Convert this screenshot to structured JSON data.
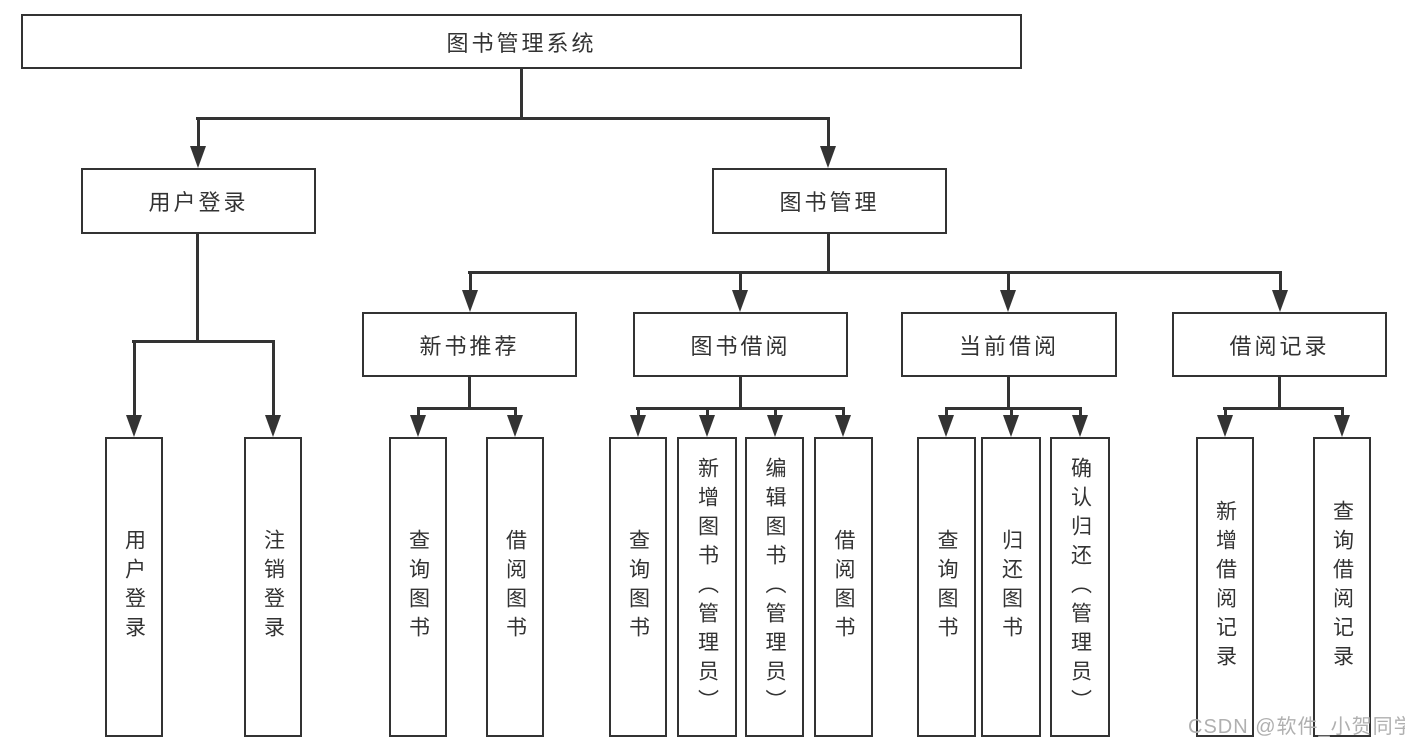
{
  "diagram": {
    "type": "tree-flowchart",
    "title": "图书管理系统",
    "nodes": {
      "root": "图书管理系统",
      "userLogin": "用户登录",
      "bookMgmt": "图书管理",
      "newBookRec": "新书推荐",
      "bookBorrow": "图书借阅",
      "currentBorrow": "当前借阅",
      "borrowRecords": "借阅记录",
      "leafUserLogin": "用户登录",
      "leafLogout": "注销登录",
      "leafQueryBook1": "查询图书",
      "leafBorrowBook1": "借阅图书",
      "leafQueryBook2": "查询图书",
      "leafAddBook": "新增图书（管理员）",
      "leafEditBook": "编辑图书（管理员）",
      "leafBorrowBook2": "借阅图书",
      "leafQueryBook3": "查询图书",
      "leafReturnBook": "归还图书",
      "leafConfirmReturn": "确认归还（管理员）",
      "leafAddBorrowRecord": "新增借阅记录",
      "leafQueryBorrowRecord": "查询借阅记录"
    },
    "hierarchy": {
      "root": [
        "userLogin",
        "bookMgmt"
      ],
      "userLogin": [
        "leafUserLogin",
        "leafLogout"
      ],
      "bookMgmt": [
        "newBookRec",
        "bookBorrow",
        "currentBorrow",
        "borrowRecords"
      ],
      "newBookRec": [
        "leafQueryBook1",
        "leafBorrowBook1"
      ],
      "bookBorrow": [
        "leafQueryBook2",
        "leafAddBook",
        "leafEditBook",
        "leafBorrowBook2"
      ],
      "currentBorrow": [
        "leafQueryBook3",
        "leafReturnBook",
        "leafConfirmReturn"
      ],
      "borrowRecords": [
        "leafAddBorrowRecord",
        "leafQueryBorrowRecord"
      ]
    },
    "watermark": "CSDN @软件_小贺同学"
  },
  "colors": {
    "line": "#333333",
    "text": "#333333",
    "watermark": "#b0b0b0",
    "background": "#ffffff"
  }
}
